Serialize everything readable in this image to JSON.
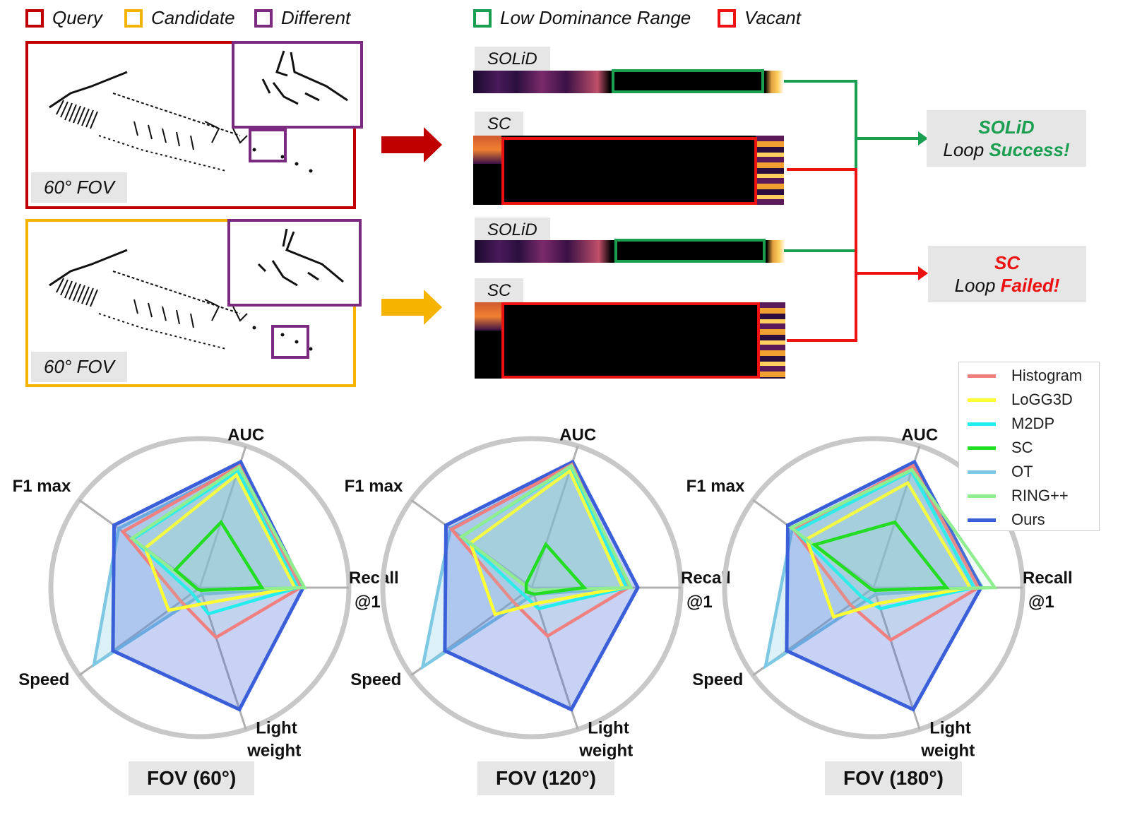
{
  "top_legend_left": [
    {
      "label": "Query",
      "color": "#c00000"
    },
    {
      "label": "Candidate",
      "color": "#f5b400"
    },
    {
      "label": "Different",
      "color": "#7b2a7f"
    }
  ],
  "top_legend_right": [
    {
      "label": "Low Dominance Range",
      "color": "#1a9e50"
    },
    {
      "label": "Vacant",
      "color": "#ee1111"
    }
  ],
  "panels": {
    "query_fov": "60°  FOV",
    "candidate_fov": "60°  FOV"
  },
  "descriptors": {
    "solid1": "SOLiD",
    "sc1": "SC",
    "solid2": "SOLiD",
    "sc2": "SC"
  },
  "results": {
    "success_name": "SOLiD",
    "success_text": "Loop ",
    "success_word": "Success!",
    "fail_name": "SC",
    "fail_text": "Loop ",
    "fail_word": "Failed!"
  },
  "radar_axes": [
    "AUC",
    "Recall",
    "@1",
    "Light",
    "weight",
    "Speed",
    "F1 max"
  ],
  "radar_titles": [
    "FOV (60°)",
    "FOV (120°)",
    "FOV (180°)"
  ],
  "legend": [
    {
      "name": "Histogram",
      "color": "#f08080"
    },
    {
      "name": "LoGG3D",
      "color": "#ffff33"
    },
    {
      "name": "M2DP",
      "color": "#22eeee"
    },
    {
      "name": "SC",
      "color": "#22dd22"
    },
    {
      "name": "OT",
      "color": "#7ec8e3"
    },
    {
      "name": "RING++",
      "color": "#90ee90"
    },
    {
      "name": "Ours",
      "color": "#3a5fd9"
    }
  ],
  "chart_data": [
    {
      "type": "radar",
      "title": "FOV (60°)",
      "axes": [
        "AUC",
        "Recall @1",
        "Light weight",
        "Speed",
        "F1 max"
      ],
      "series": [
        {
          "name": "Histogram",
          "values": [
            0.93,
            0.73,
            0.38,
            0.17,
            0.69
          ]
        },
        {
          "name": "LoGG3D",
          "values": [
            0.86,
            0.69,
            0.12,
            0.28,
            0.49
          ]
        },
        {
          "name": "M2DP",
          "values": [
            0.89,
            0.71,
            0.2,
            0.07,
            0.6
          ]
        },
        {
          "name": "SC",
          "values": [
            0.5,
            0.45,
            0.02,
            0.02,
            0.22
          ]
        },
        {
          "name": "OT",
          "values": [
            0.92,
            0.74,
            0.05,
            0.95,
            0.73
          ]
        },
        {
          "name": "RING++",
          "values": [
            0.92,
            0.76,
            0.02,
            0.02,
            0.61
          ]
        },
        {
          "name": "Ours",
          "values": [
            0.96,
            0.75,
            0.93,
            0.78,
            0.77
          ]
        }
      ]
    },
    {
      "type": "radar",
      "title": "FOV (120°)",
      "axes": [
        "AUC",
        "Recall @1",
        "Light weight",
        "Speed",
        "F1 max"
      ],
      "series": [
        {
          "name": "Histogram",
          "values": [
            0.94,
            0.7,
            0.37,
            0.17,
            0.72
          ]
        },
        {
          "name": "LoGG3D",
          "values": [
            0.89,
            0.66,
            0.12,
            0.33,
            0.55
          ]
        },
        {
          "name": "M2DP",
          "values": [
            0.92,
            0.69,
            0.16,
            0.08,
            0.63
          ]
        },
        {
          "name": "SC",
          "values": [
            0.33,
            0.38,
            0.05,
            0.05,
            0.05
          ]
        },
        {
          "name": "OT",
          "values": [
            0.93,
            0.71,
            0.05,
            0.98,
            0.73
          ]
        },
        {
          "name": "RING++",
          "values": [
            0.93,
            0.72,
            0.02,
            0.02,
            0.63
          ]
        },
        {
          "name": "Ours",
          "values": [
            0.96,
            0.77,
            0.93,
            0.78,
            0.77
          ]
        }
      ]
    },
    {
      "type": "radar",
      "title": "FOV (180°)",
      "axes": [
        "AUC",
        "Recall @1",
        "Light weight",
        "Speed",
        "F1 max"
      ],
      "series": [
        {
          "name": "Histogram",
          "values": [
            0.93,
            0.76,
            0.4,
            0.21,
            0.72
          ]
        },
        {
          "name": "LoGG3D",
          "values": [
            0.8,
            0.7,
            0.12,
            0.36,
            0.6
          ]
        },
        {
          "name": "M2DP",
          "values": [
            0.89,
            0.73,
            0.16,
            0.11,
            0.7
          ]
        },
        {
          "name": "SC",
          "values": [
            0.5,
            0.53,
            0.02,
            0.02,
            0.53
          ]
        },
        {
          "name": "OT",
          "values": [
            0.9,
            0.79,
            0.05,
            0.97,
            0.73
          ]
        },
        {
          "name": "RING++",
          "values": [
            0.9,
            0.88,
            0.02,
            0.02,
            0.74
          ]
        },
        {
          "name": "Ours",
          "values": [
            0.96,
            0.78,
            0.93,
            0.78,
            0.77
          ]
        }
      ]
    }
  ]
}
